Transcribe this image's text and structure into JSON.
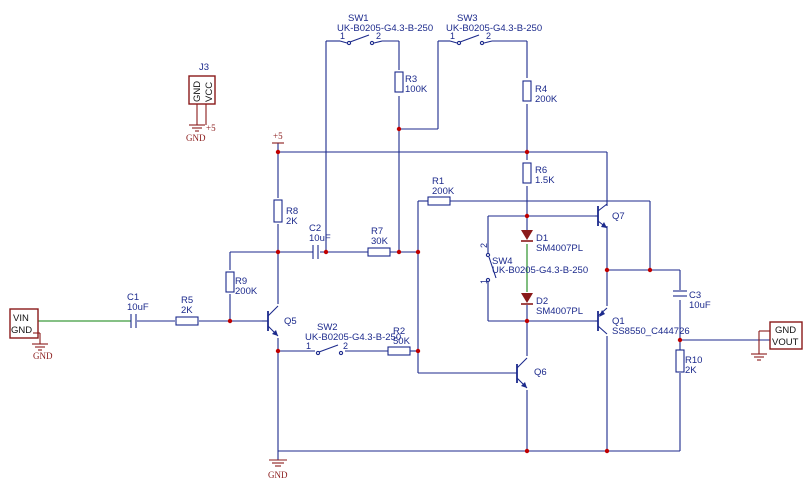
{
  "components": {
    "sw1": {
      "ref": "SW1",
      "value": "UK-B0205-G4.3-B-250",
      "pin1": "1",
      "pin2": "2"
    },
    "sw2": {
      "ref": "SW2",
      "value": "UK-B0205-G4.3-B-250",
      "pin1": "1",
      "pin2": "2"
    },
    "sw3": {
      "ref": "SW3",
      "value": "UK-B0205-G4.3-B-250",
      "pin1": "1",
      "pin2": "2"
    },
    "sw4": {
      "ref": "SW4",
      "value": "UK-B0205-G4.3-B-250",
      "pin1": "1",
      "pin2": "2"
    },
    "r1": {
      "ref": "R1",
      "value": "200K"
    },
    "r2": {
      "ref": "R2",
      "value": "50K"
    },
    "r3": {
      "ref": "R3",
      "value": "100K"
    },
    "r4": {
      "ref": "R4",
      "value": "200K"
    },
    "r5": {
      "ref": "R5",
      "value": "2K"
    },
    "r6": {
      "ref": "R6",
      "value": "1.5K"
    },
    "r7": {
      "ref": "R7",
      "value": "30K"
    },
    "r8": {
      "ref": "R8",
      "value": "2K"
    },
    "r9": {
      "ref": "R9",
      "value": "200K"
    },
    "r10": {
      "ref": "R10",
      "value": "2K"
    },
    "c1": {
      "ref": "C1",
      "value": "10uF"
    },
    "c2": {
      "ref": "C2",
      "value": "10uF"
    },
    "c3": {
      "ref": "C3",
      "value": "10uF"
    },
    "d1": {
      "ref": "D1",
      "value": "SM4007PL"
    },
    "d2": {
      "ref": "D2",
      "value": "SM4007PL"
    },
    "q1": {
      "ref": "Q1",
      "value": "SS8550_C444726"
    },
    "q5": {
      "ref": "Q5"
    },
    "q6": {
      "ref": "Q6"
    },
    "q7": {
      "ref": "Q7"
    },
    "j3": {
      "ref": "J3",
      "pin_gnd": "GND",
      "pin_vcc": "VCC"
    },
    "vin": {
      "pin_a": "VIN",
      "pin_b": "GND"
    },
    "vout": {
      "pin_a": "GND",
      "pin_b": "VOUT"
    }
  },
  "nets": {
    "gnd": "GND",
    "vcc": "+5"
  }
}
